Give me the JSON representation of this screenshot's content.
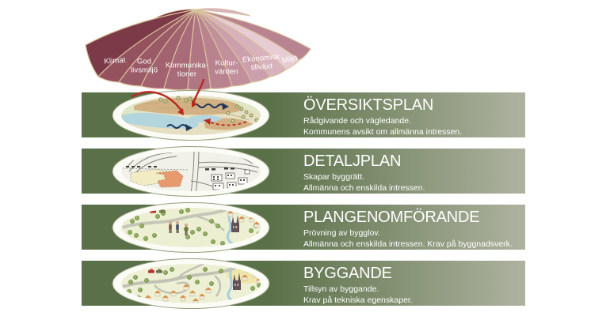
{
  "umbrella": {
    "labels": [
      {
        "text": "Klimat"
      },
      {
        "text": "God\nlivsmiljö"
      },
      {
        "text": "Kommunika-\ntioner"
      },
      {
        "text": "Kultur-\nvärden"
      },
      {
        "text": "Ekonomisk\ntillväxt"
      },
      {
        "text": "Miljö"
      }
    ],
    "segment_colors": [
      "#7c3a48",
      "#94525f",
      "#9a5a67",
      "#a2626f",
      "#a96b79",
      "#b07684",
      "#b8838f",
      "#c1909c",
      "#cb9fab",
      "#d7b1bb",
      "#e8ccd4",
      "#b98492"
    ],
    "rib_color": "#d8c29a"
  },
  "rows": [
    {
      "id": "oversiktsplan",
      "title": "ÖVERSIKTSPLAN",
      "line1": "Rådgivande och vägledande.",
      "line2": "Kommunens avsikt om allmänna intressen.",
      "illustration": "municipal-overview-map"
    },
    {
      "id": "detaljplan",
      "title": "DETALJPLAN",
      "line1": "Skapar byggrätt.",
      "line2": "Allmänna och enskilda intressen.",
      "illustration": "detail-plan-drawing"
    },
    {
      "id": "plangenomforande",
      "title": "PLANGENOMFÖRANDE",
      "line1": "Prövning av bygglov.",
      "line2": "Allmänna och enskilda intressen. Krav på byggnadsverk.",
      "illustration": "landscape-with-people"
    },
    {
      "id": "byggande",
      "title": "BYGGANDE",
      "line1": "Tillsyn av byggande.",
      "line2": "Krav på tekniska egenskaper.",
      "illustration": "built-up-landscape"
    }
  ],
  "colors": {
    "bar_dark": "#5a7048",
    "bar_light": "#aeb39f",
    "text": "#ffffff",
    "background": "#ffffff"
  }
}
